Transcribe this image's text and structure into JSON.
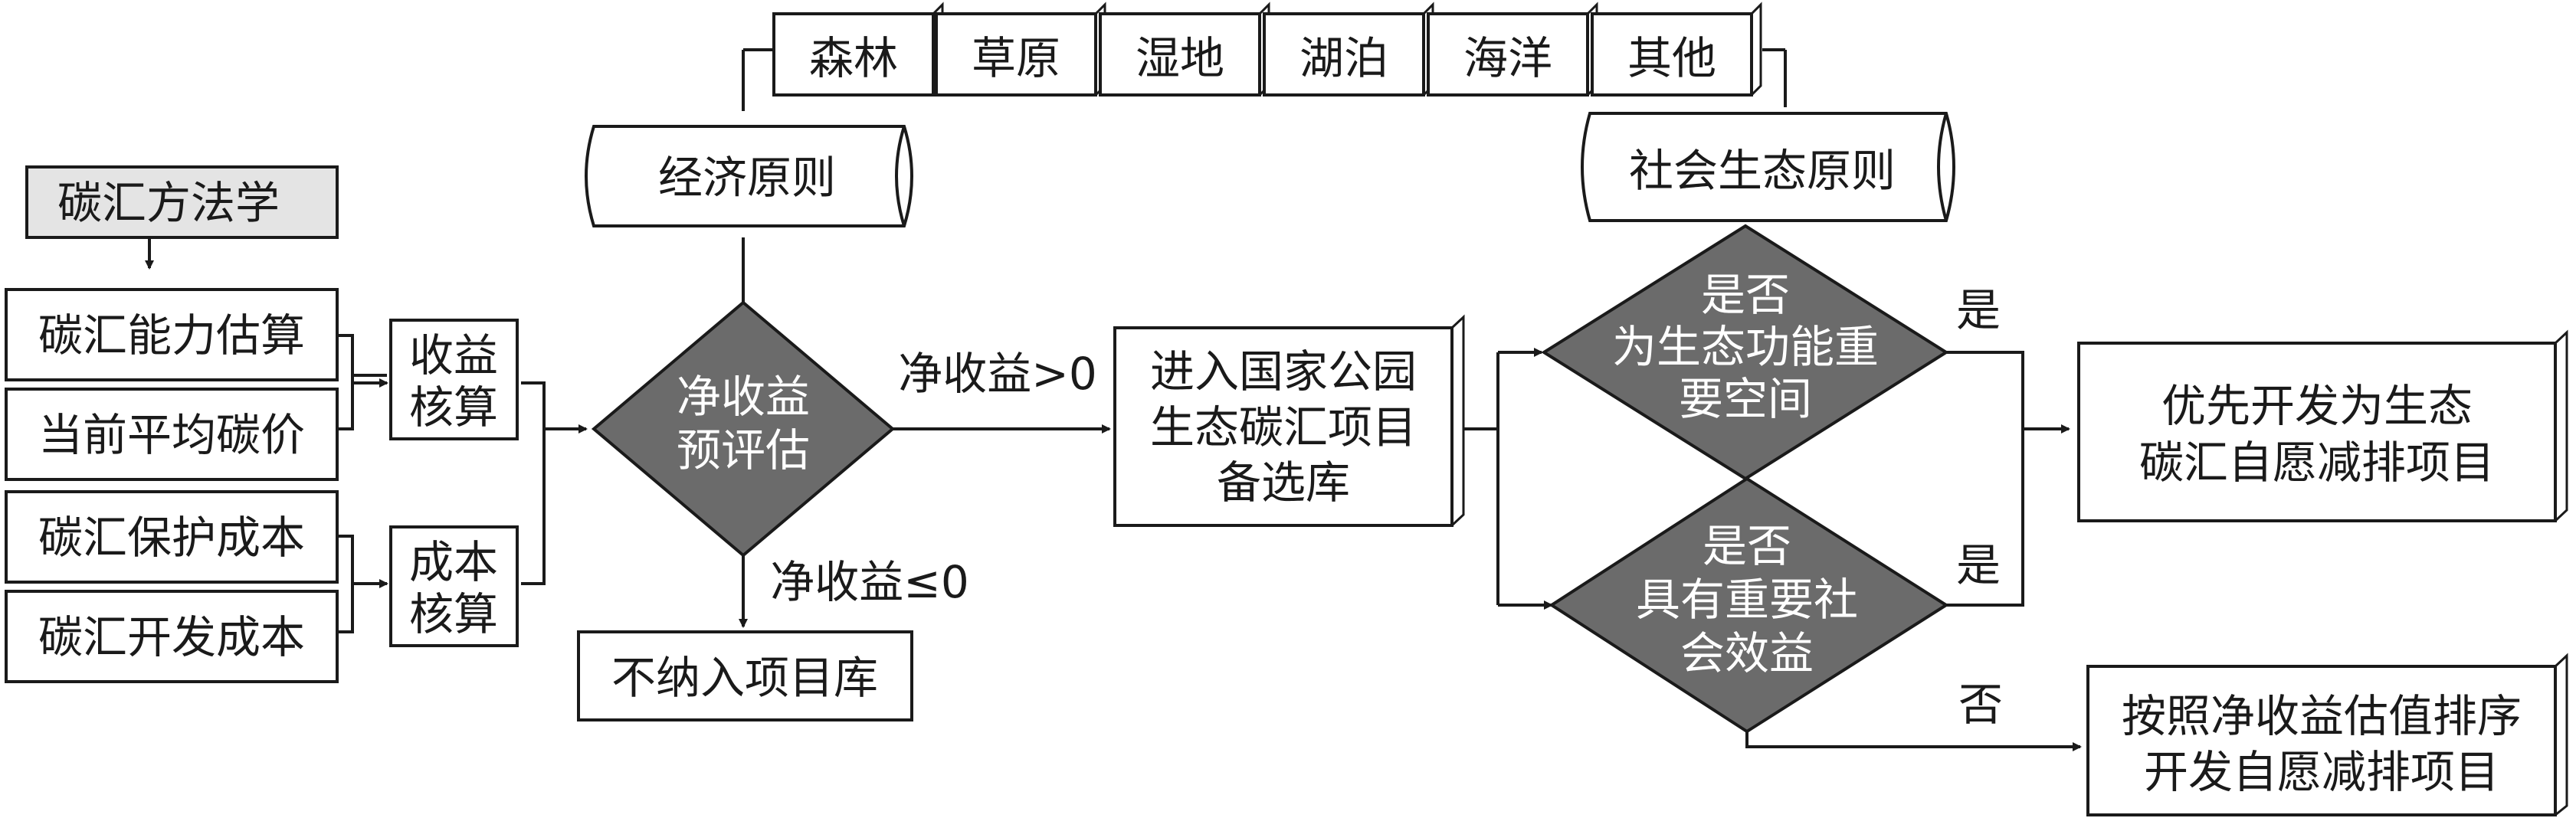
{
  "colors": {
    "line": "#1a1a1a",
    "diamond": "#6b6b6b",
    "gray_box": "#e4e4e4"
  },
  "ecosystems": [
    "森林",
    "草原",
    "湿地",
    "湖泊",
    "海洋",
    "其他"
  ],
  "principles": {
    "economic": "经济原则",
    "socio_ecological": "社会生态原则"
  },
  "left": {
    "methodology": "碳汇方法学",
    "inputs": [
      "碳汇能力估算",
      "当前平均碳价",
      "碳汇保护成本",
      "碳汇开发成本"
    ],
    "revenue_calc": [
      "收益",
      "核算"
    ],
    "cost_calc": [
      "成本",
      "核算"
    ]
  },
  "center": {
    "assess": [
      "净收益",
      "预评估"
    ],
    "positive_label": "净收益>0",
    "nonpositive_label": "净收益≤0",
    "excluded": "不纳入项目库",
    "library": [
      "进入国家公园",
      "生态碳汇项目",
      "备选库"
    ]
  },
  "right": {
    "decision1": [
      "是否",
      "为生态功能重",
      "要空间"
    ],
    "decision2": [
      "是否",
      "具有重要社",
      "会效益"
    ],
    "yes1": "是",
    "yes2": "是",
    "no": "否",
    "priority": [
      "优先开发为生态",
      "碳汇自愿减排项目"
    ],
    "ranking": [
      "按照净收益估值排序",
      "开发自愿减排项目"
    ]
  }
}
